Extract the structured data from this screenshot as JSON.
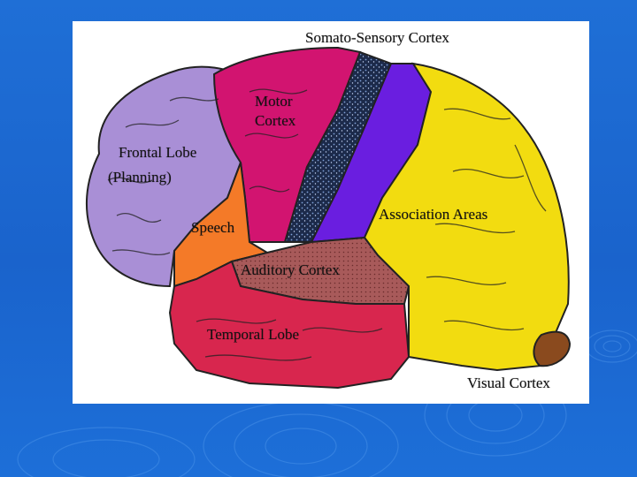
{
  "slide": {
    "background_color": "#1f6fd6"
  },
  "diagram": {
    "labels": {
      "somato_sensory": "Somato-Sensory Cortex",
      "motor_line1": "Motor",
      "motor_line2": "Cortex",
      "frontal_line1": "Frontal Lobe",
      "frontal_line2": "(Planning)",
      "speech": "Speech",
      "association": "Association Areas",
      "auditory": "Auditory Cortex",
      "temporal": "Temporal Lobe",
      "visual": "Visual Cortex"
    },
    "region_colors": {
      "frontal": "#a98fd6",
      "motor": "#d21470",
      "somato_band": "#1c2a4a",
      "parietal_violet": "#6a1ee0",
      "association": "#f2dc10",
      "speech": "#f47a28",
      "auditory": "#a85a5a",
      "temporal": "#d8264e",
      "visual": "#8a4a1e"
    }
  }
}
